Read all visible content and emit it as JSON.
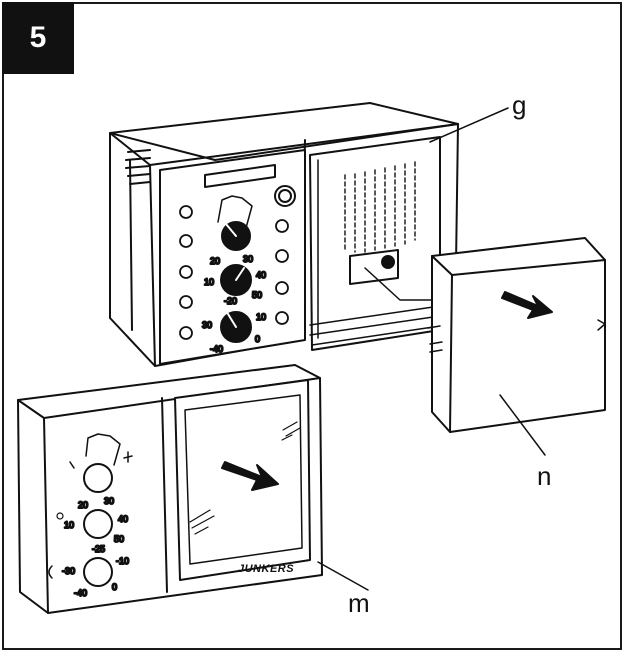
{
  "figure": {
    "step_number": "5",
    "callouts": {
      "g": "g",
      "n": "n",
      "m": "m"
    },
    "brand": "JUNKERS",
    "dial_scales": {
      "middle": [
        "20",
        "30",
        "40",
        "10",
        "50"
      ],
      "bottom": [
        "-20",
        "30",
        "10",
        "-40",
        "0"
      ],
      "lower_middle": [
        "20",
        "30",
        "10",
        "40",
        "50"
      ],
      "lower_bottom": [
        "-25",
        "-30",
        "-10",
        "-40",
        "0"
      ]
    }
  }
}
